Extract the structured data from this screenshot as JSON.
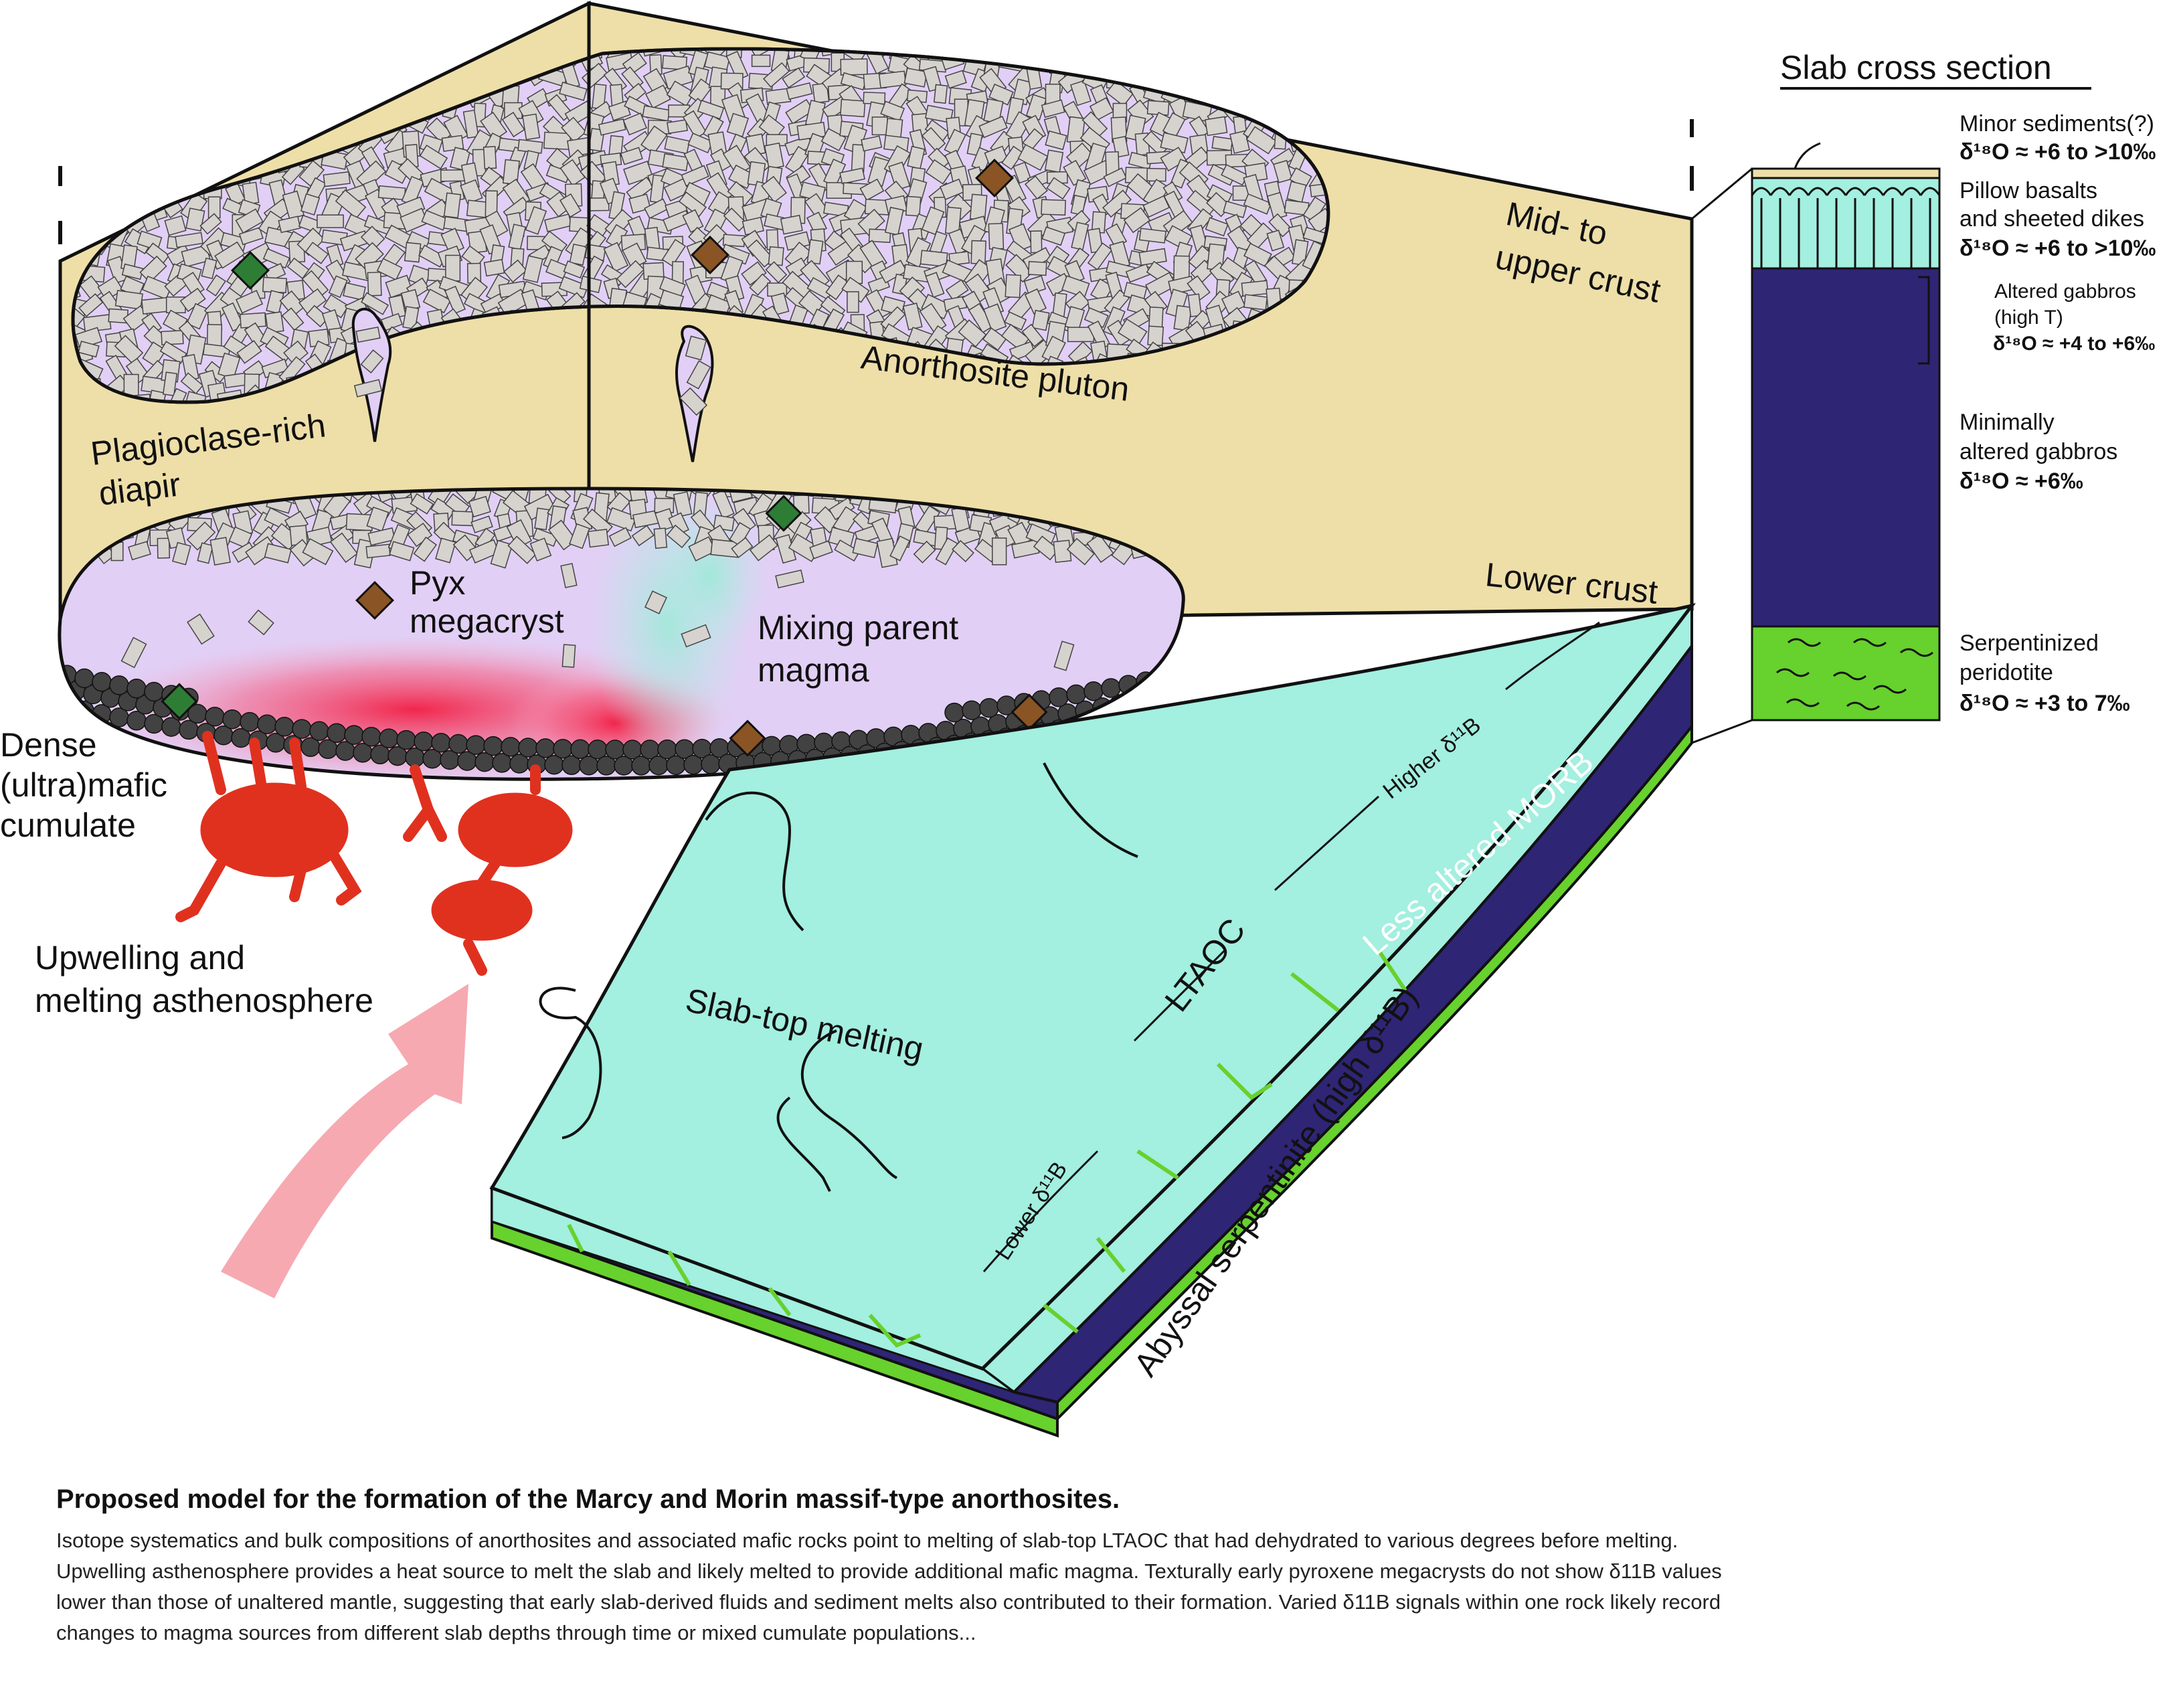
{
  "labels": {
    "mid_upper_crust_1": "Mid- to",
    "mid_upper_crust_2": "upper crust",
    "lower_crust": "Lower crust",
    "anorthosite_pluton": "Anorthosite pluton",
    "plagioclase_diapir_1": "Plagioclase-rich",
    "plagioclase_diapir_2": "diapir",
    "pyx_megacryst_1": "Pyx",
    "pyx_megacryst_2": "megacryst",
    "mixing_parent_1": "Mixing parent",
    "mixing_parent_2": "magma",
    "dense_cumulate_1": "Dense",
    "dense_cumulate_2": "(ultra)mafic",
    "dense_cumulate_3": "cumulate",
    "upwelling_1": "Upwelling and",
    "upwelling_2": "melting asthenosphere",
    "slab_top_melting": "Slab-top melting",
    "ltaoc": "LTAOC",
    "higher_d11b": "Higher δ¹¹B",
    "lower_d11b": "Lower δ¹¹B",
    "less_altered_morb": "Less altered MORB",
    "abyssal_serpentinite": "Abyssal serpentinite (high δ¹¹B)"
  },
  "cross_section": {
    "title": "Slab cross section",
    "layers": [
      {
        "name_1": "Minor sediments(?)",
        "name_2": "",
        "name_3": "",
        "value": "δ¹⁸O ≈ +6 to >10‰"
      },
      {
        "name_1": "Pillow basalts",
        "name_2": "and sheeted dikes",
        "name_3": "",
        "value": "δ¹⁸O ≈ +6 to >10‰"
      },
      {
        "name_1": "Altered gabbros",
        "name_2": "(high T)",
        "name_3": "",
        "value": "δ¹⁸O ≈ +4 to +6‰"
      },
      {
        "name_1": "Minimally",
        "name_2": "altered gabbros",
        "name_3": "",
        "value": "δ¹⁸O ≈ +6‰"
      },
      {
        "name_1": "Serpentinized",
        "name_2": "peridotite",
        "name_3": "",
        "value": "δ¹⁸O ≈ +3 to 7‰"
      }
    ]
  },
  "colors": {
    "crust": "#eedfa9",
    "magma": "#e2cff5",
    "slab_top": "#a3efe0",
    "morb": "#2e2575",
    "serpentinite": "#67d12d",
    "asthenosphere": "#e0311f",
    "arrow": "#f6a9b1",
    "pyroxene": "#8a5425",
    "olivine_green": "#2e7d35",
    "crystal": "#d6d3cf",
    "cumulate": "#424242"
  },
  "caption": {
    "title": "Proposed model for the formation of the Marcy and Morin massif-type anorthosites.",
    "body": "Isotope systematics and bulk compositions of anorthosites and associated mafic rocks point to melting of slab-top LTAOC that had dehydrated to various degrees before melting. Upwelling asthenosphere provides a heat source to melt the slab and likely melted to provide additional mafic magma. Texturally early pyroxene megacrysts do not show δ11B values lower than those of unaltered mantle, suggesting that early slab-derived fluids and sediment melts also contributed to their formation. Varied δ11B signals within one rock likely record changes to magma sources from different slab depths through time or mixed cumulate populations..."
  }
}
